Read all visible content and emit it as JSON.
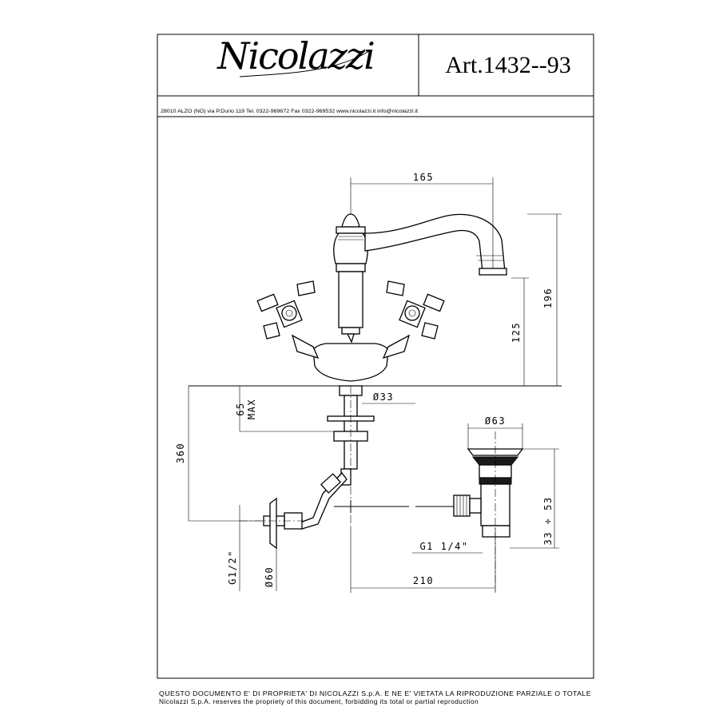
{
  "header": {
    "brand_logo": "Nicolazzi",
    "article_number": "Art.1432--93",
    "contact_line": "28010 ALZO (NO) via P.Durio 119   Tel. 0322-969672   Fax 0322-969532   www.nicolazzi.it   info@nicolazzi.it"
  },
  "dimensions": {
    "spout_reach": "165",
    "total_height": "196",
    "spout_height": "125",
    "thickness_number": "65",
    "thickness_max": "MAX",
    "hole_diameter": "Ø33",
    "drain_diameter": "Ø63",
    "hose_length": "360",
    "drain_range": "33 ÷ 53",
    "drain_thread": "G1 1/4\"",
    "supply_thread": "G1/2\"",
    "rosette_diameter": "Ø60",
    "drain_distance": "210"
  },
  "footer": {
    "line_it": "QUESTO DOCUMENTO E' DI PROPRIETA' DI NICOLAZZI S.p.A. E NE E' VIETATA LA RIPRODUZIONE PARZIALE O TOTALE",
    "line_en": "Nicolazzi S.p.A. reserves the propriety of this document, forbidding its total or partial reproduction"
  }
}
